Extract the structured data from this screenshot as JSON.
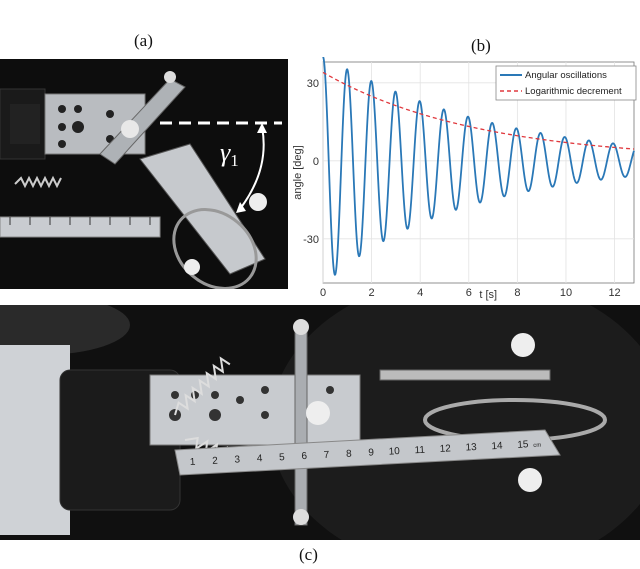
{
  "captions": {
    "a": "(a)",
    "b": "(b)",
    "c": "(c)"
  },
  "photo_a": {
    "angle_label": "γ",
    "angle_subscript": "1"
  },
  "photo_c": {
    "ruler_ticks": [
      "1",
      "2",
      "3",
      "4",
      "5",
      "6",
      "7",
      "8",
      "9",
      "10",
      "11",
      "12",
      "13",
      "14",
      "15"
    ],
    "ruler_unit": "cm"
  },
  "colors": {
    "oscillation": "#2a78b7",
    "decrement": "#e0393e"
  },
  "chart_data": {
    "type": "line",
    "title": "",
    "xlabel": "t [s]",
    "ylabel": "angle [deg]",
    "xlim": [
      0,
      12.8
    ],
    "ylim": [
      -47,
      38
    ],
    "xticks": [
      0,
      2,
      4,
      6,
      8,
      10,
      12
    ],
    "yticks": [
      -30,
      0,
      30
    ],
    "grid": true,
    "legend_position": "top-right",
    "series": [
      {
        "name": "Angular oscillations",
        "style": "solid",
        "amplitude0": 44,
        "decay_rate": 0.1575,
        "period_s": 0.995
      },
      {
        "name": "Logarithmic decrement",
        "style": "dashed",
        "amplitude0": 34,
        "decay_rate": 0.1575
      }
    ]
  }
}
